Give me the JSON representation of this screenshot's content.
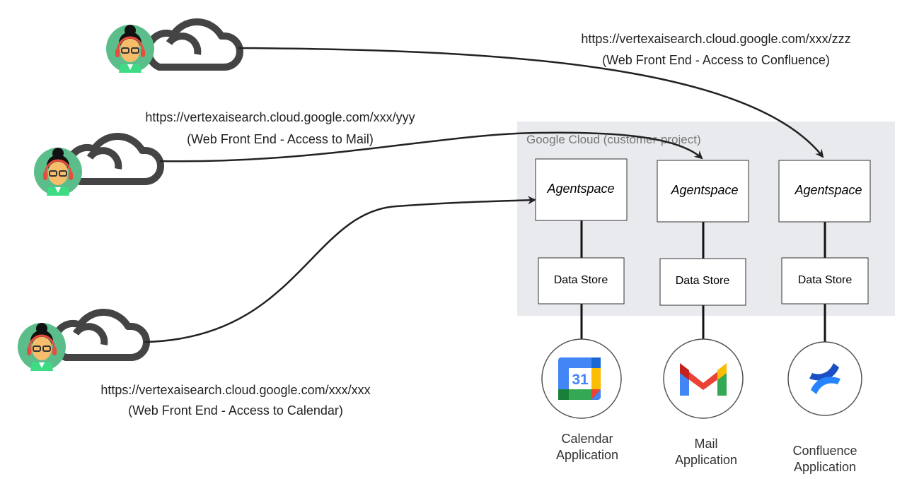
{
  "cloud_region": {
    "label": "Google Cloud (customer-project)",
    "color": "#e8eaed"
  },
  "users": [
    {
      "url": "https://vertexaisearch.cloud.google.com/xxx/zzz",
      "caption": "(Web Front End - Access to Confluence)"
    },
    {
      "url": "https://vertexaisearch.cloud.google.com/xxx/yyy",
      "caption": "(Web Front End - Access to Mail)"
    },
    {
      "url": "https://vertexaisearch.cloud.google.com/xxx/xxx",
      "caption": "(Web Front End - Access to Calendar)"
    }
  ],
  "stacks": [
    {
      "agent": "Agentspace",
      "store": "Data Store",
      "app_line1": "Calendar",
      "app_line2": "Application",
      "icon": "google-calendar-icon"
    },
    {
      "agent": "Agentspace",
      "store": "Data Store",
      "app_line1": "Mail",
      "app_line2": "Application",
      "icon": "gmail-icon"
    },
    {
      "agent": "Agentspace",
      "store": "Data Store",
      "app_line1": "Confluence",
      "app_line2": "Application",
      "icon": "confluence-icon"
    }
  ]
}
